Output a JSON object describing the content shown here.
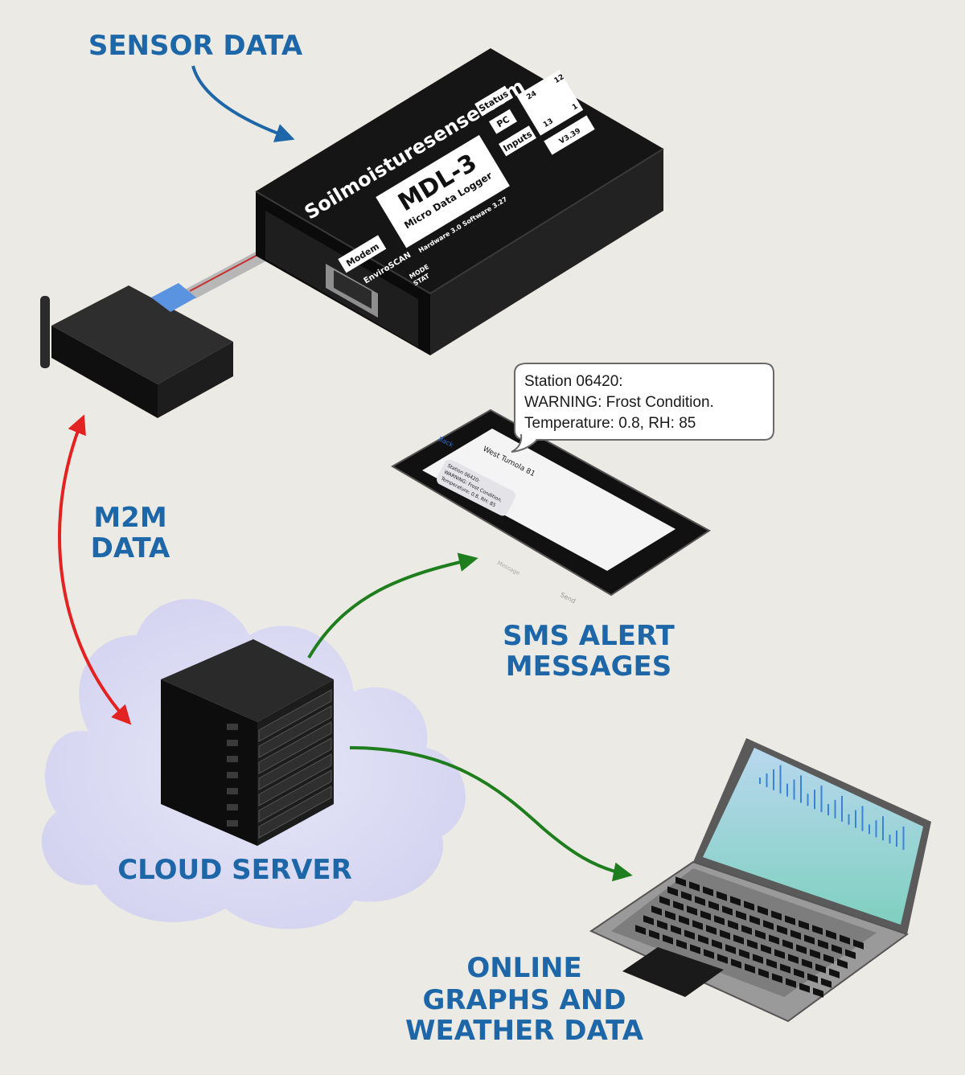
{
  "labels": {
    "sensor_data": "SENSOR DATA",
    "m2m_line1": "M2M",
    "m2m_line2": "DATA",
    "sms_line1": "SMS ALERT",
    "sms_line2": "MESSAGES",
    "cloud_server": "CLOUD SERVER",
    "online_line1": "ONLINE",
    "online_line2": "GRAPHS AND",
    "online_line3": "WEATHER DATA"
  },
  "sms_bubble": {
    "line1": "Station 06420:",
    "line2": "WARNING: Frost Condition.",
    "line3": "Temperature: 0.8, RH: 85"
  },
  "logger": {
    "brand": "Soilmoisturesense.com",
    "model": "MDL-3",
    "subtitle": "Micro Data Logger",
    "hw_sw": "Hardware 3.0   Software 3.27",
    "modem": "Modem",
    "enviroscan": "EnviroSCAN",
    "status": "Status",
    "pc": "PC",
    "inputs": "Inputs",
    "n24": "24",
    "n12": "12",
    "n13": "13",
    "n1": "1",
    "version": "V3.39",
    "mode_row": "MODE",
    "stat_row": "STAT"
  },
  "phone": {
    "header": "West Tumola 81",
    "back": "Back",
    "msg_line1": "Station 06420:",
    "msg_line2": "WARNING: Frost Condition.",
    "msg_line3": "Temperature: 0.8, RH: 85",
    "send": "Send",
    "compose": "Message"
  },
  "colors": {
    "background": "#eceae4",
    "label_blue": "#1d67a8",
    "arrow_red": "#e32222",
    "arrow_green": "#1e7e1e",
    "arrow_blue": "#1d67a8",
    "cloud": "#d9d9f2"
  },
  "icons": [
    "data-logger",
    "modem",
    "cloud",
    "server-rack",
    "smartphone",
    "laptop"
  ]
}
